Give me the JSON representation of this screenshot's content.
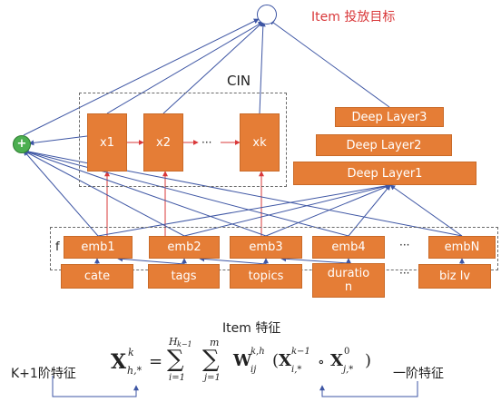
{
  "colors": {
    "box": "#e57d36",
    "line": "#3e56a4",
    "red": "#d9383a",
    "output_ring": "#3e56a4",
    "node_green": "#4caf50"
  },
  "output": {
    "label": "Item 投放目标"
  },
  "cin": {
    "label": "CIN",
    "x_nodes": [
      "x1",
      "x2",
      "xk"
    ],
    "ellipsis": "···"
  },
  "deep_layers": [
    "Deep Layer3",
    "Deep Layer2",
    "Deep Layer1"
  ],
  "embeddings": {
    "prefix": "f",
    "items": [
      "emb1",
      "emb2",
      "emb3",
      "emb4",
      "embN"
    ],
    "ellipsis": "···"
  },
  "features": {
    "items": [
      "cate",
      "tags",
      "topics",
      "duratio\nn",
      "biz lv"
    ],
    "ellipsis": "···",
    "caption": "Item 特征"
  },
  "formula": {
    "left_label": "K+1阶特征",
    "right_label": "一阶特征",
    "lhs": "X",
    "lhs_sup": "k",
    "lhs_sub": "h,*",
    "eq": "=",
    "sum1_top": "H",
    "sum1_top_sub": "k−1",
    "sum1_bot": "i=1",
    "sum2_top": "m",
    "sum2_bot": "j=1",
    "w": "W",
    "w_sup": "k,h",
    "w_sub": "ij",
    "x1": "X",
    "x1_sup": "k−1",
    "x1_sub": "i,*",
    "op": "∘",
    "x2": "X",
    "x2_sup": "0",
    "x2_sub": "j,*"
  }
}
